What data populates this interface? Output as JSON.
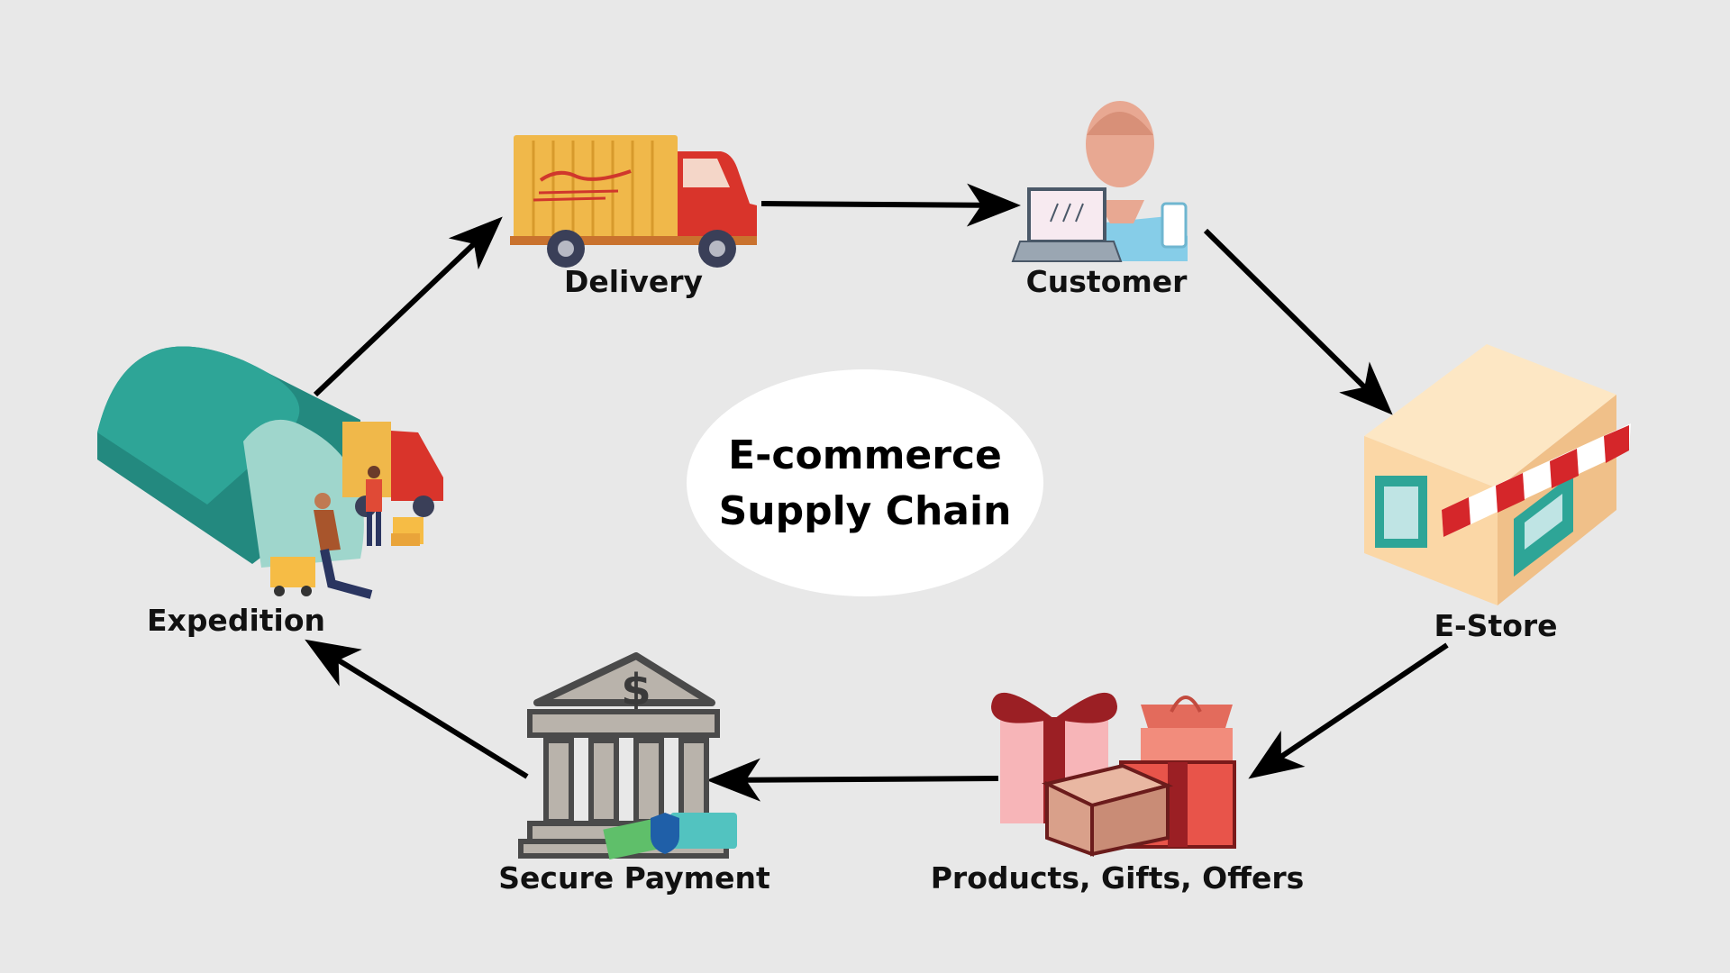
{
  "diagram": {
    "center": {
      "line1": "E-commerce",
      "line2": "Supply Chain"
    },
    "nodes": [
      {
        "id": "delivery",
        "label": "Delivery"
      },
      {
        "id": "customer",
        "label": "Customer"
      },
      {
        "id": "e-store",
        "label": "E-Store"
      },
      {
        "id": "products",
        "label": "Products, Gifts, Offers"
      },
      {
        "id": "payment",
        "label": "Secure Payment"
      },
      {
        "id": "expedition",
        "label": "Expedition"
      }
    ],
    "flow": [
      "Expedition",
      "Delivery",
      "Customer",
      "E-Store",
      "Products, Gifts, Offers",
      "Secure Payment",
      "Expedition"
    ]
  },
  "colors": {
    "background": "#e8e8e8",
    "truck_body": "#f0b84a",
    "truck_cab": "#d9342b",
    "teal": "#2ea597",
    "awning_red": "#d5262a",
    "shop_body": "#fbd7a6",
    "gift_red": "#9b1f24",
    "gift_pink": "#f7b5b8",
    "bank_gray": "#b9b3ab",
    "skin": "#e8a892",
    "shirt": "#86cde8"
  },
  "icons": [
    "delivery-truck-icon",
    "customer-laptop-icon",
    "e-store-shop-icon",
    "gift-boxes-icon",
    "bank-building-icon",
    "warehouse-icon"
  ]
}
